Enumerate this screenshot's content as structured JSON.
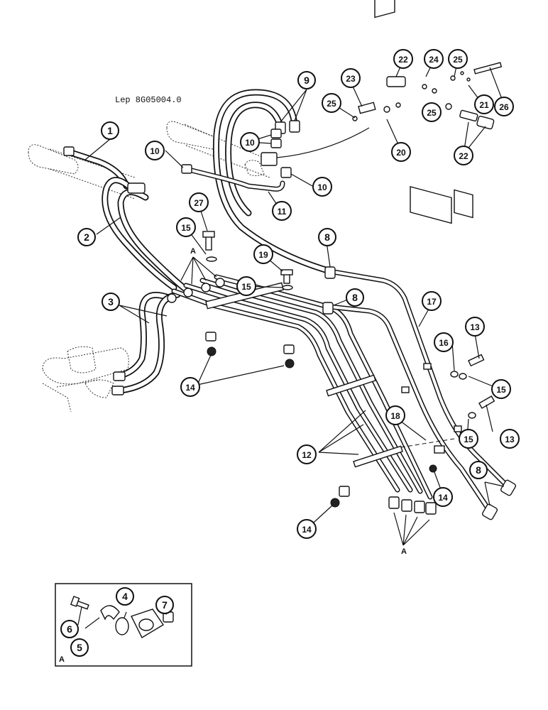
{
  "drawing_reference": "Lep 8G05004.0",
  "detail_marker": "A",
  "callouts": [
    {
      "key": "c1",
      "label": "1"
    },
    {
      "key": "c2",
      "label": "2"
    },
    {
      "key": "c3",
      "label": "3"
    },
    {
      "key": "c4",
      "label": "4"
    },
    {
      "key": "c5",
      "label": "5"
    },
    {
      "key": "c6",
      "label": "6"
    },
    {
      "key": "c7",
      "label": "7"
    },
    {
      "key": "c8",
      "label": "8"
    },
    {
      "key": "c9",
      "label": "9"
    },
    {
      "key": "c10",
      "label": "10"
    },
    {
      "key": "c11",
      "label": "11"
    },
    {
      "key": "c12",
      "label": "12"
    },
    {
      "key": "c13",
      "label": "13"
    },
    {
      "key": "c14",
      "label": "14"
    },
    {
      "key": "c15",
      "label": "15"
    },
    {
      "key": "c16",
      "label": "16"
    },
    {
      "key": "c17",
      "label": "17"
    },
    {
      "key": "c18",
      "label": "18"
    },
    {
      "key": "c19",
      "label": "19"
    },
    {
      "key": "c20",
      "label": "20"
    },
    {
      "key": "c21",
      "label": "21"
    },
    {
      "key": "c22",
      "label": "22"
    },
    {
      "key": "c23",
      "label": "23"
    },
    {
      "key": "c24",
      "label": "24"
    },
    {
      "key": "c25",
      "label": "25"
    },
    {
      "key": "c26",
      "label": "26"
    },
    {
      "key": "c27",
      "label": "27"
    }
  ]
}
